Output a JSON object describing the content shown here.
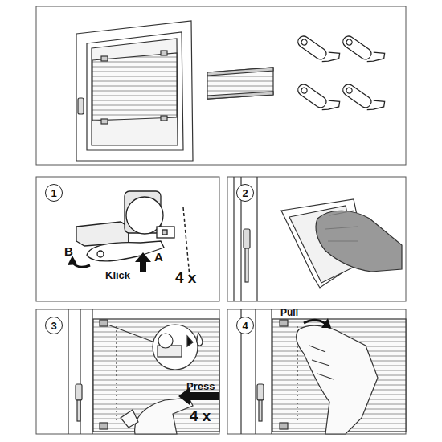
{
  "diagram": {
    "nodes": [
      {
        "text": [
          "1"
        ]
      },
      {
        "text": [
          "2"
        ]
      },
      {
        "text": [
          "3"
        ]
      },
      {
        "text": [
          "4"
        ]
      }
    ],
    "labels": [
      "B",
      "A",
      "Klick",
      "4 x",
      "Press",
      "4 x",
      "Pull"
    ]
  }
}
